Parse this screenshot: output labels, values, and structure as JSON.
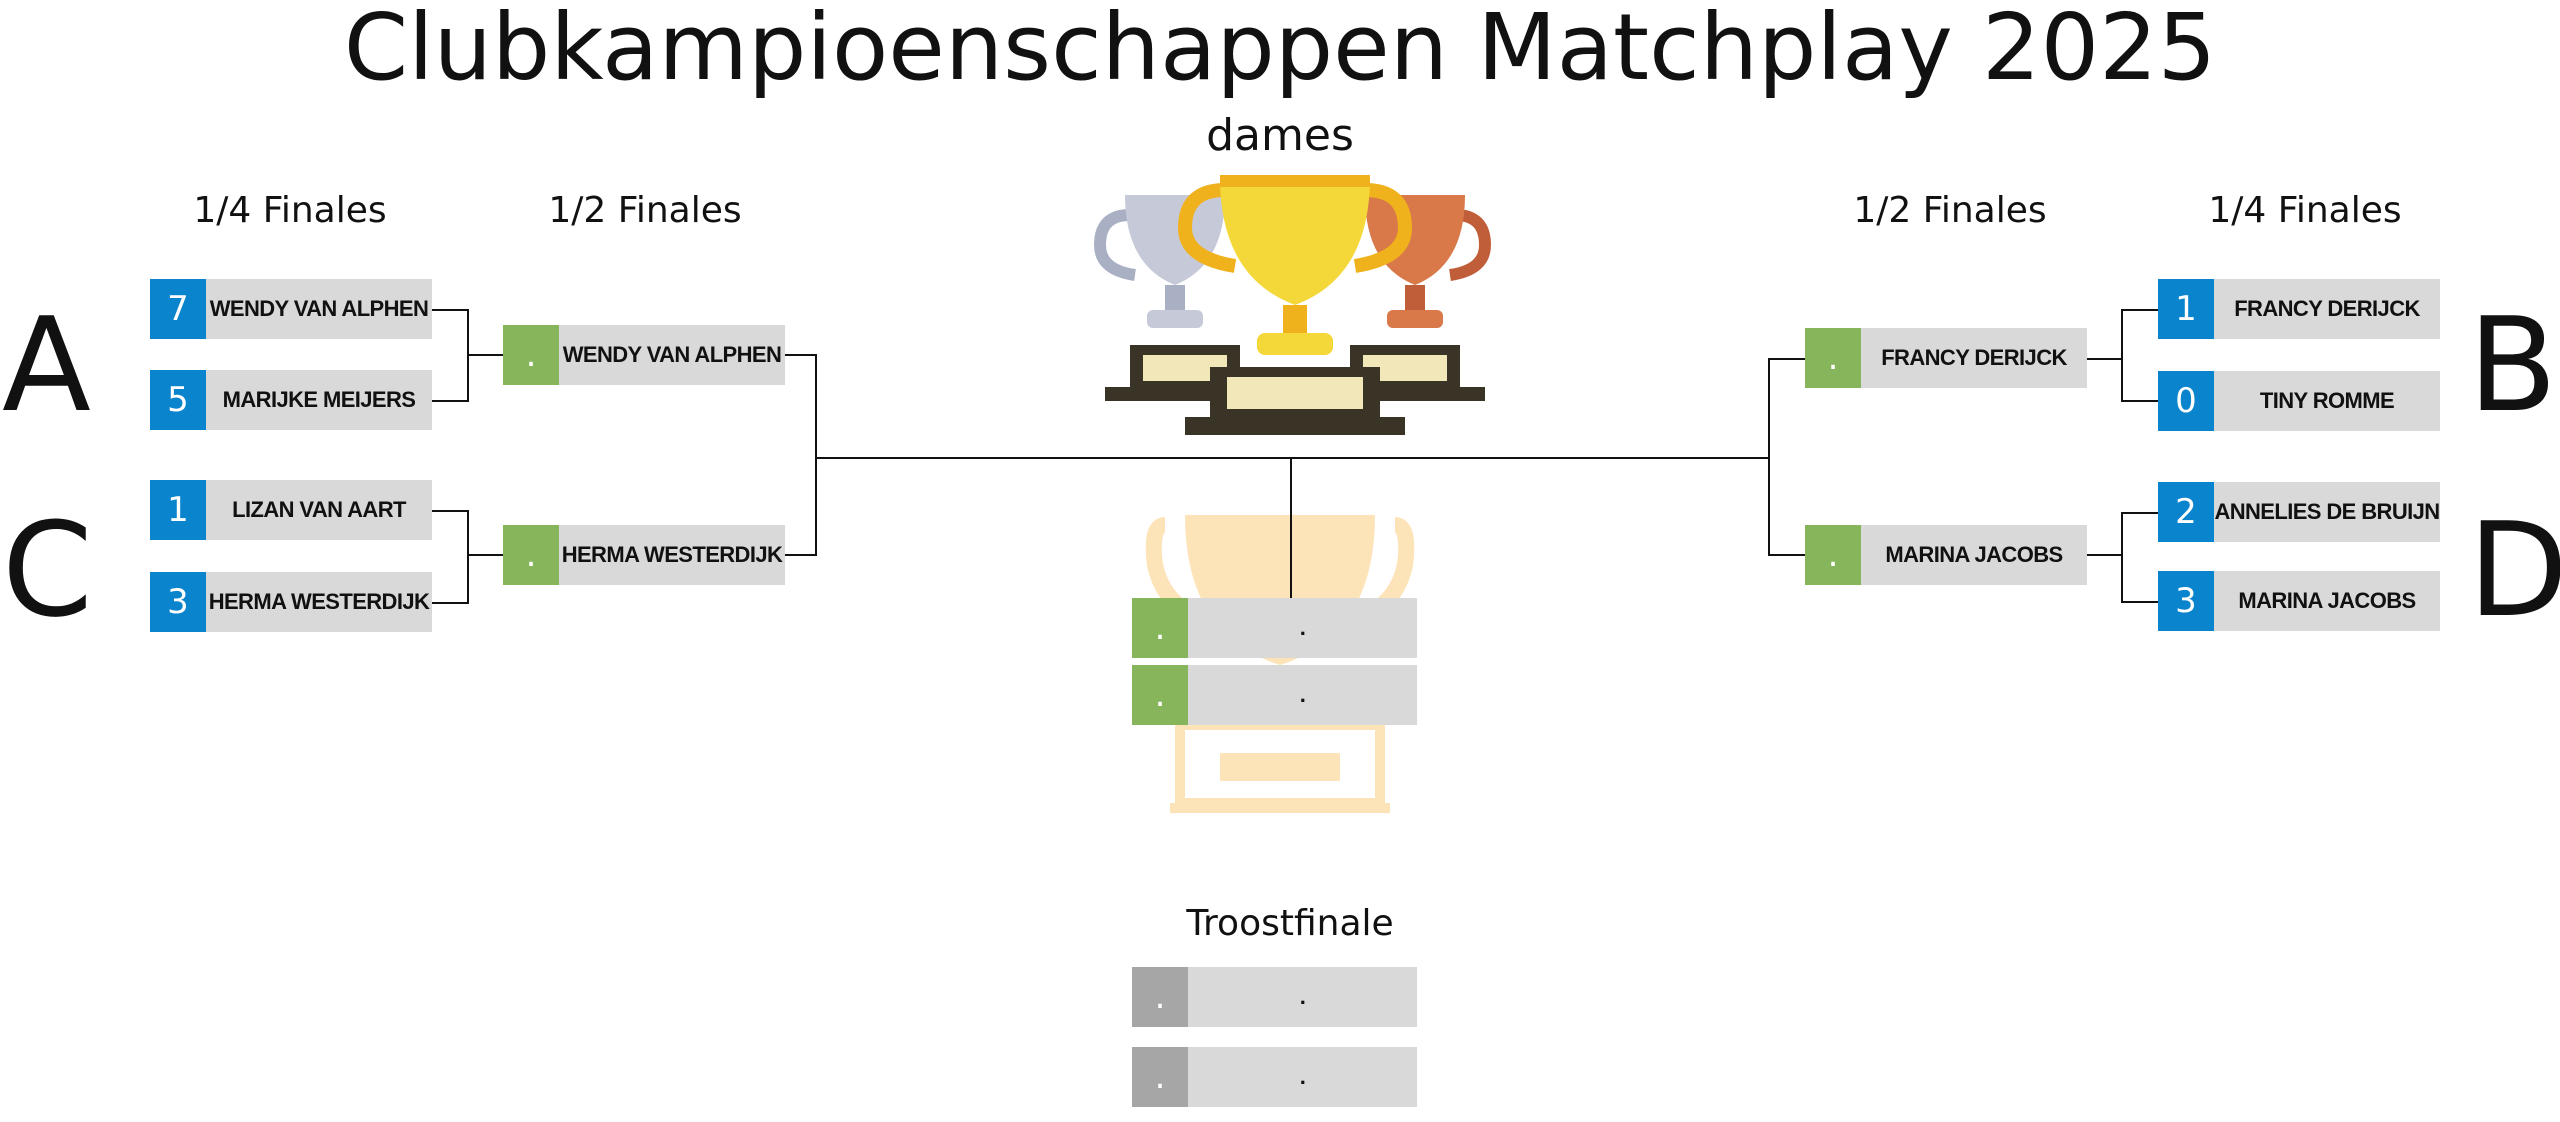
{
  "title": "Clubkampioenschappen Matchplay 2025",
  "subtitle": "dames",
  "labels": {
    "left_quarter": "1/4 Finales",
    "left_semi": "1/2 Finales",
    "right_semi": "1/2 Finales",
    "right_quarter": "1/4 Finales",
    "consolation": "Troostfinale"
  },
  "groups": {
    "a": "A",
    "b": "B",
    "c": "C",
    "d": "D"
  },
  "quarterfinals": {
    "a": [
      {
        "score": "7",
        "name": "WENDY VAN ALPHEN"
      },
      {
        "score": "5",
        "name": "MARIJKE MEIJERS"
      }
    ],
    "c": [
      {
        "score": "1",
        "name": "LIZAN VAN AART"
      },
      {
        "score": "3",
        "name": "HERMA WESTERDIJK"
      }
    ],
    "b": [
      {
        "score": "1",
        "name": "FRANCY DERIJCK"
      },
      {
        "score": "0",
        "name": "TINY ROMME"
      }
    ],
    "d": [
      {
        "score": "2",
        "name": "ANNELIES DE BRUIJN"
      },
      {
        "score": "3",
        "name": "MARINA JACOBS"
      }
    ]
  },
  "semifinals": {
    "left": [
      {
        "score": ".",
        "name": "WENDY VAN ALPHEN"
      },
      {
        "score": ".",
        "name": "HERMA WESTERDIJK"
      }
    ],
    "right": [
      {
        "score": ".",
        "name": "FRANCY DERIJCK"
      },
      {
        "score": ".",
        "name": "MARINA JACOBS"
      }
    ]
  },
  "final": [
    {
      "score": ".",
      "name": "."
    },
    {
      "score": ".",
      "name": "."
    }
  ],
  "consolation_final": [
    {
      "score": ".",
      "name": "."
    },
    {
      "score": ".",
      "name": "."
    }
  ],
  "colors": {
    "score_blue": "#0a84cc",
    "score_green": "#86b55c",
    "score_grey": "#a6a6a6",
    "name_bg": "#d9d9d9",
    "trophy_gold": "#f4d83a",
    "trophy_silver": "#c6cad8",
    "trophy_bronze": "#d9794a",
    "trophy_watermark": "#fde3b8"
  },
  "icons": {
    "podium": "trophies-gold-silver-bronze-icon",
    "watermark": "trophy-watermark-icon"
  }
}
